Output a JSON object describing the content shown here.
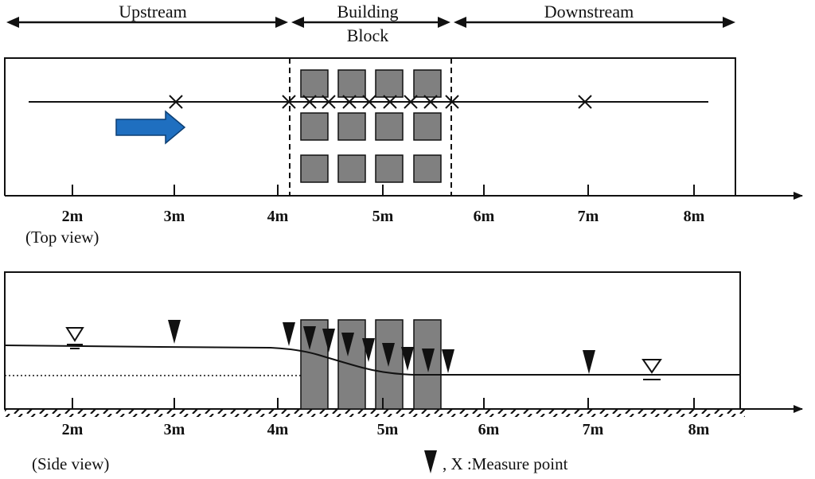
{
  "headers": {
    "upstream": "Upstream",
    "building_line1": "Building",
    "building_line2": "Block",
    "downstream": "Downstream"
  },
  "top_view": {
    "caption": "(Top view)",
    "tick_labels": [
      "2m",
      "3m",
      "4m",
      "5m",
      "6m",
      "7m",
      "8m"
    ]
  },
  "side_view": {
    "caption": "(Side view)",
    "tick_labels": [
      "2m",
      "3m",
      "4m",
      "5m",
      "6m",
      "7m",
      "8m"
    ]
  },
  "legend": {
    "text": ", X :Measure point"
  },
  "colors": {
    "block_fill": "#808080",
    "flow_arrow": "#1f6fc0",
    "line": "#111111"
  }
}
